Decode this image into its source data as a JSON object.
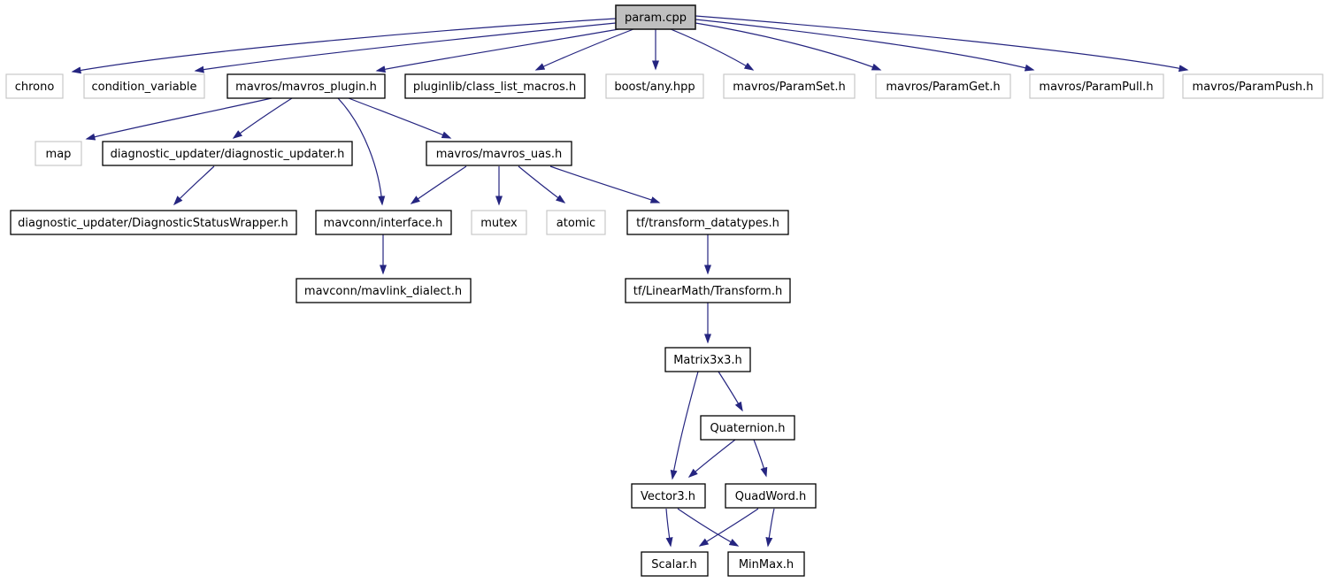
{
  "graph": {
    "type": "include-dependency-graph",
    "root": "param.cpp"
  },
  "colors": {
    "edge": "#252580",
    "root_fill": "#bfbfbf",
    "documented_border": "#000000",
    "external_border": "#c4c4c4",
    "node_fill": "#ffffff",
    "text": "#000000"
  },
  "nodes": {
    "param_cpp": {
      "label": "param.cpp",
      "kind": "root"
    },
    "chrono": {
      "label": "chrono",
      "kind": "external"
    },
    "condition_variable": {
      "label": "condition_variable",
      "kind": "external"
    },
    "mavros_plugin": {
      "label": "mavros/mavros_plugin.h",
      "kind": "documented"
    },
    "pluginlib_class_list_macros": {
      "label": "pluginlib/class_list_macros.h",
      "kind": "documented"
    },
    "boost_any": {
      "label": "boost/any.hpp",
      "kind": "external"
    },
    "param_set": {
      "label": "mavros/ParamSet.h",
      "kind": "external"
    },
    "param_get": {
      "label": "mavros/ParamGet.h",
      "kind": "external"
    },
    "param_pull": {
      "label": "mavros/ParamPull.h",
      "kind": "external"
    },
    "param_push": {
      "label": "mavros/ParamPush.h",
      "kind": "external"
    },
    "map": {
      "label": "map",
      "kind": "external"
    },
    "diagnostic_updater": {
      "label": "diagnostic_updater/diagnostic_updater.h",
      "kind": "documented"
    },
    "mavros_uas": {
      "label": "mavros/mavros_uas.h",
      "kind": "documented"
    },
    "diagnostic_status_wrapper": {
      "label": "diagnostic_updater/DiagnosticStatusWrapper.h",
      "kind": "documented"
    },
    "mavconn_interface": {
      "label": "mavconn/interface.h",
      "kind": "documented"
    },
    "mutex": {
      "label": "mutex",
      "kind": "external"
    },
    "atomic": {
      "label": "atomic",
      "kind": "external"
    },
    "tf_transform_datatypes": {
      "label": "tf/transform_datatypes.h",
      "kind": "documented"
    },
    "mavconn_mavlink_dialect": {
      "label": "mavconn/mavlink_dialect.h",
      "kind": "documented"
    },
    "tf_linearmath_transform": {
      "label": "tf/LinearMath/Transform.h",
      "kind": "documented"
    },
    "matrix3x3": {
      "label": "Matrix3x3.h",
      "kind": "documented"
    },
    "quaternion": {
      "label": "Quaternion.h",
      "kind": "documented"
    },
    "vector3": {
      "label": "Vector3.h",
      "kind": "documented"
    },
    "quadword": {
      "label": "QuadWord.h",
      "kind": "documented"
    },
    "scalar": {
      "label": "Scalar.h",
      "kind": "documented"
    },
    "minmax": {
      "label": "MinMax.h",
      "kind": "documented"
    }
  },
  "edges": [
    {
      "from": "param.cpp",
      "to": "chrono"
    },
    {
      "from": "param.cpp",
      "to": "condition_variable"
    },
    {
      "from": "param.cpp",
      "to": "mavros/mavros_plugin.h"
    },
    {
      "from": "param.cpp",
      "to": "pluginlib/class_list_macros.h"
    },
    {
      "from": "param.cpp",
      "to": "boost/any.hpp"
    },
    {
      "from": "param.cpp",
      "to": "mavros/ParamSet.h"
    },
    {
      "from": "param.cpp",
      "to": "mavros/ParamGet.h"
    },
    {
      "from": "param.cpp",
      "to": "mavros/ParamPull.h"
    },
    {
      "from": "param.cpp",
      "to": "mavros/ParamPush.h"
    },
    {
      "from": "mavros/mavros_plugin.h",
      "to": "map"
    },
    {
      "from": "mavros/mavros_plugin.h",
      "to": "diagnostic_updater/diagnostic_updater.h"
    },
    {
      "from": "mavros/mavros_plugin.h",
      "to": "mavros/mavros_uas.h"
    },
    {
      "from": "mavros/mavros_plugin.h",
      "to": "mavconn/interface.h"
    },
    {
      "from": "diagnostic_updater/diagnostic_updater.h",
      "to": "diagnostic_updater/DiagnosticStatusWrapper.h"
    },
    {
      "from": "mavros/mavros_uas.h",
      "to": "mavconn/interface.h"
    },
    {
      "from": "mavros/mavros_uas.h",
      "to": "mutex"
    },
    {
      "from": "mavros/mavros_uas.h",
      "to": "atomic"
    },
    {
      "from": "mavros/mavros_uas.h",
      "to": "tf/transform_datatypes.h"
    },
    {
      "from": "mavconn/interface.h",
      "to": "mavconn/mavlink_dialect.h"
    },
    {
      "from": "tf/transform_datatypes.h",
      "to": "tf/LinearMath/Transform.h"
    },
    {
      "from": "tf/LinearMath/Transform.h",
      "to": "Matrix3x3.h"
    },
    {
      "from": "Matrix3x3.h",
      "to": "Quaternion.h"
    },
    {
      "from": "Matrix3x3.h",
      "to": "Vector3.h"
    },
    {
      "from": "Quaternion.h",
      "to": "Vector3.h"
    },
    {
      "from": "Quaternion.h",
      "to": "QuadWord.h"
    },
    {
      "from": "Vector3.h",
      "to": "Scalar.h"
    },
    {
      "from": "Vector3.h",
      "to": "MinMax.h"
    },
    {
      "from": "QuadWord.h",
      "to": "Scalar.h"
    },
    {
      "from": "QuadWord.h",
      "to": "MinMax.h"
    }
  ]
}
